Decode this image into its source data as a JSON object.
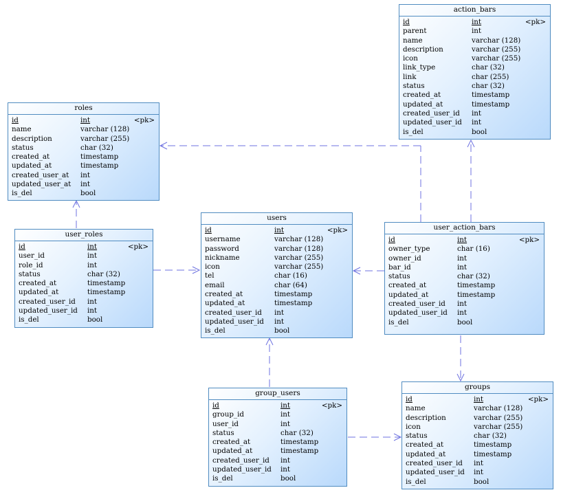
{
  "entities": [
    {
      "id": "action_bars",
      "title": "action_bars",
      "key_label": "<pk>",
      "cols": [
        [
          "id",
          "int"
        ],
        [
          "parent",
          "int"
        ],
        [
          "name",
          "varchar (128)"
        ],
        [
          "description",
          "varchar (255)"
        ],
        [
          "icon",
          "varchar (255)"
        ],
        [
          "link_type",
          "char (32)"
        ],
        [
          "link",
          "char (255)"
        ],
        [
          "status",
          "char (32)"
        ],
        [
          "created_at",
          "timestamp"
        ],
        [
          "updated_at",
          "timestamp"
        ],
        [
          "created_user_id",
          "int"
        ],
        [
          "updated_user_id",
          "int"
        ],
        [
          "is_del",
          "bool"
        ]
      ]
    },
    {
      "id": "roles",
      "title": "roles",
      "key_label": "<pk>",
      "cols": [
        [
          "id",
          "int"
        ],
        [
          "name",
          "varchar (128)"
        ],
        [
          "description",
          "varchar (255)"
        ],
        [
          "status",
          "char (32)"
        ],
        [
          "created_at",
          "timestamp"
        ],
        [
          "updated_at",
          "timestamp"
        ],
        [
          "created_user_at",
          "int"
        ],
        [
          "updated_user_at",
          "int"
        ],
        [
          "is_del",
          "bool"
        ]
      ]
    },
    {
      "id": "users",
      "title": "users",
      "key_label": "<pk>",
      "cols": [
        [
          "id",
          "int"
        ],
        [
          "username",
          "varchar (128)"
        ],
        [
          "password",
          "varchar (128)"
        ],
        [
          "nickname",
          "varchar (255)"
        ],
        [
          "icon",
          "varchar (255)"
        ],
        [
          "tel",
          "char (16)"
        ],
        [
          "email",
          "char (64)"
        ],
        [
          "created_at",
          "timestamp"
        ],
        [
          "updated_at",
          "timestamp"
        ],
        [
          "created_user_id",
          "int"
        ],
        [
          "updated_user_id",
          "int"
        ],
        [
          "is_del",
          "bool"
        ]
      ]
    },
    {
      "id": "user_roles",
      "title": "user_roles",
      "key_label": "<pk>",
      "cols": [
        [
          "id",
          "int"
        ],
        [
          "user_id",
          "int"
        ],
        [
          "role_id",
          "int"
        ],
        [
          "status",
          "char (32)"
        ],
        [
          "created_at",
          "timestamp"
        ],
        [
          "updated_at",
          "timestamp"
        ],
        [
          "created_user_id",
          "int"
        ],
        [
          "updated_user_id",
          "int"
        ],
        [
          "is_del",
          "bool"
        ]
      ]
    },
    {
      "id": "user_action_bars",
      "title": "user_action_bars",
      "key_label": "<pk>",
      "cols": [
        [
          "id",
          "int"
        ],
        [
          "owner_type",
          "char (16)"
        ],
        [
          "owner_id",
          "int"
        ],
        [
          "bar_id",
          "int"
        ],
        [
          "status",
          "char (32)"
        ],
        [
          "created_at",
          "timestamp"
        ],
        [
          "updated_at",
          "timestamp"
        ],
        [
          "created_user_id",
          "int"
        ],
        [
          "updated_user_id",
          "int"
        ],
        [
          "is_del",
          "bool"
        ]
      ]
    },
    {
      "id": "group_users",
      "title": "group_users",
      "key_label": "<pk>",
      "cols": [
        [
          "id",
          "int"
        ],
        [
          "group_id",
          "int"
        ],
        [
          "user_id",
          "int"
        ],
        [
          "status",
          "char (32)"
        ],
        [
          "created_at",
          "timestamp"
        ],
        [
          "updated_at",
          "timestamp"
        ],
        [
          "created_user_id",
          "int"
        ],
        [
          "updated_user_id",
          "int"
        ],
        [
          "is_del",
          "bool"
        ]
      ]
    },
    {
      "id": "groups",
      "title": "groups",
      "key_label": "<pk>",
      "cols": [
        [
          "id",
          "int"
        ],
        [
          "name",
          "varchar (128)"
        ],
        [
          "description",
          "varchar (255)"
        ],
        [
          "icon",
          "varchar (255)"
        ],
        [
          "status",
          "char (32)"
        ],
        [
          "created_at",
          "timestamp"
        ],
        [
          "updated_at",
          "timestamp"
        ],
        [
          "created_user_id",
          "int"
        ],
        [
          "updated_user_id",
          "int"
        ],
        [
          "is_del",
          "bool"
        ]
      ]
    }
  ],
  "relationships": [
    {
      "from": "user_roles",
      "to": "roles"
    },
    {
      "from": "user_roles",
      "to": "users"
    },
    {
      "from": "user_action_bars",
      "to": "users"
    },
    {
      "from": "user_action_bars",
      "to": "roles"
    },
    {
      "from": "user_action_bars",
      "to": "action_bars"
    },
    {
      "from": "user_action_bars",
      "to": "groups"
    },
    {
      "from": "group_users",
      "to": "users"
    },
    {
      "from": "group_users",
      "to": "groups"
    }
  ]
}
